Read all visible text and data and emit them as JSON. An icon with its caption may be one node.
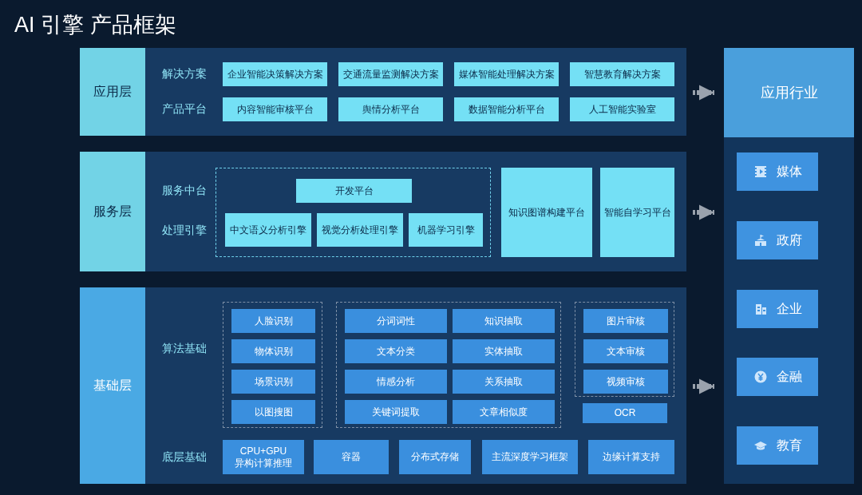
{
  "diagram": {
    "title": "AI 引擎 产品框架",
    "nodes": [
      {
        "text": [
          "应用层"
        ]
      },
      {
        "text": [
          "企业智能决策解决方案"
        ],
        "in": 0
      },
      {
        "text": [
          "交通流量监测解决方案"
        ],
        "in": 0
      },
      {
        "text": [
          "媒体智能处理解决方案"
        ],
        "in": 0
      },
      {
        "text": [
          "智慧教育解决方案"
        ],
        "in": 0
      },
      {
        "text": [
          "内容智能审核平台"
        ],
        "in": 0
      },
      {
        "text": [
          "舆情分析平台"
        ],
        "in": 0
      },
      {
        "text": [
          "数据智能分析平台"
        ],
        "in": 0
      },
      {
        "text": [
          "人工智能实验室"
        ],
        "in": 0
      },
      {
        "text": [
          "服务层"
        ]
      },
      {
        "text": [],
        "shape": "box",
        "in": 9
      },
      {
        "text": [
          "开发平台"
        ],
        "in": 10
      },
      {
        "text": [
          "中文语义分析引擎"
        ],
        "in": 10
      },
      {
        "text": [
          "视觉分析处理引擎"
        ],
        "in": 10
      },
      {
        "text": [
          "机器学习引擎"
        ],
        "in": 10
      },
      {
        "text": [
          "知识图谱构建平台"
        ],
        "in": 9
      },
      {
        "text": [
          "智能自学习平台"
        ],
        "in": 9
      },
      {
        "text": [
          "基础层"
        ]
      },
      {
        "text": [],
        "shape": "box",
        "in": 17
      },
      {
        "text": [
          "人脸识别"
        ],
        "in": 18
      },
      {
        "text": [
          "物体识别"
        ],
        "in": 18
      },
      {
        "text": [
          "场景识别"
        ],
        "in": 18
      },
      {
        "text": [
          "以图搜图"
        ],
        "in": 18
      },
      {
        "text": [],
        "shape": "box",
        "in": 17
      },
      {
        "text": [
          "分词词性"
        ],
        "in": 23
      },
      {
        "text": [
          "知识抽取"
        ],
        "in": 23
      },
      {
        "text": [
          "文本分类"
        ],
        "in": 23
      },
      {
        "text": [
          "实体抽取"
        ],
        "in": 23
      },
      {
        "text": [
          "情感分析"
        ],
        "in": 23
      },
      {
        "text": [
          "关系抽取"
        ],
        "in": 23
      },
      {
        "text": [
          "关键词提取"
        ],
        "in": 23
      },
      {
        "text": [
          "文章相似度"
        ],
        "in": 23
      },
      {
        "text": [],
        "shape": "box",
        "in": 17
      },
      {
        "text": [
          "图片审核"
        ],
        "in": 32
      },
      {
        "text": [
          "文本审核"
        ],
        "in": 32
      },
      {
        "text": [
          "视频审核"
        ],
        "in": 32
      },
      {
        "text": [
          "OCR"
        ],
        "in": 17
      },
      {
        "text": [
          "CPU+GPU 异构计算推理"
        ],
        "in": 17
      },
      {
        "text": [
          "容器"
        ],
        "in": 17
      },
      {
        "text": [
          "分布式存储"
        ],
        "in": 17
      },
      {
        "text": [
          "主流深度学习框架"
        ],
        "in": 17
      },
      {
        "text": [
          "边缘计算支持"
        ],
        "in": 17
      },
      {
        "text": [
          "应用行业"
        ]
      },
      {
        "text": [
          "媒体"
        ],
        "in": 42
      },
      {
        "text": [
          "政府"
        ],
        "in": 42
      },
      {
        "text": [
          "企业"
        ],
        "in": 42
      },
      {
        "text": [
          "金融"
        ],
        "in": 42
      },
      {
        "text": [
          "教育"
        ],
        "in": 42
      }
    ],
    "edges": [
      {
        "from": 0,
        "to": 42,
        "arrow": "to",
        "style": "dashed"
      },
      {
        "from": 9,
        "to": 42,
        "arrow": "to",
        "style": "dashed"
      },
      {
        "from": 17,
        "to": 42,
        "arrow": "to",
        "style": "dashed"
      }
    ],
    "labels": [
      "解决方案",
      "产品平台",
      "服务中台",
      "处理引擎",
      "算法基础",
      "底层基础"
    ]
  }
}
